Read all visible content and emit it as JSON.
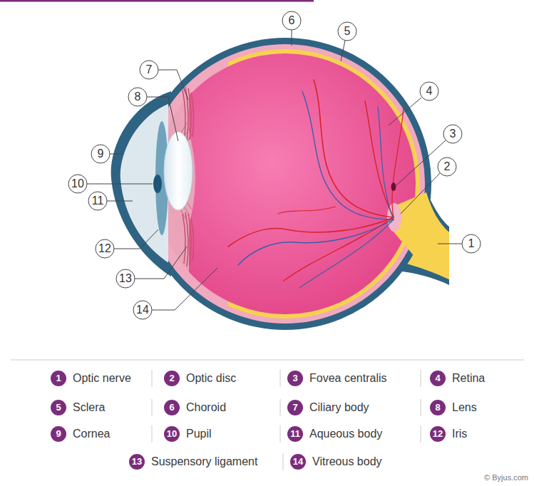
{
  "diagram": {
    "labels": [
      "6",
      "5",
      "7",
      "4",
      "8",
      "3",
      "9",
      "2",
      "10",
      "11",
      "1",
      "12",
      "13",
      "14",
      "1",
      "2",
      "3",
      "4",
      "5",
      "6",
      "7",
      "8",
      "9",
      "10",
      "11",
      "12",
      "13",
      "14",
      "© Byjus.com"
    ],
    "legend": [
      {
        "text": "Optic nerve",
        "color": "#7b2d7b"
      },
      {
        "text": "Optic disc",
        "color": "#7b2d7b"
      },
      {
        "text": "Fovea centralis",
        "color": "#7b2d7b"
      },
      {
        "text": "Retina",
        "color": "#7b2d7b"
      },
      {
        "text": "Sclera",
        "color": "#7b2d7b"
      },
      {
        "text": "Choroid",
        "color": "#7b2d7b"
      },
      {
        "text": "Ciliary body",
        "color": "#7b2d7b"
      },
      {
        "text": "Lens",
        "color": "#7b2d7b"
      },
      {
        "text": "Cornea",
        "color": "#7b2d7b"
      },
      {
        "text": "Pupil",
        "color": "#7b2d7b"
      },
      {
        "text": "Aqueous body",
        "color": "#7b2d7b"
      },
      {
        "text": "Iris",
        "color": "#7b2d7b"
      },
      {
        "text": "Suspensory ligament",
        "color": "#7b2d7b"
      },
      {
        "text": "Vitreous body",
        "color": "#7b2d7b"
      }
    ]
  }
}
